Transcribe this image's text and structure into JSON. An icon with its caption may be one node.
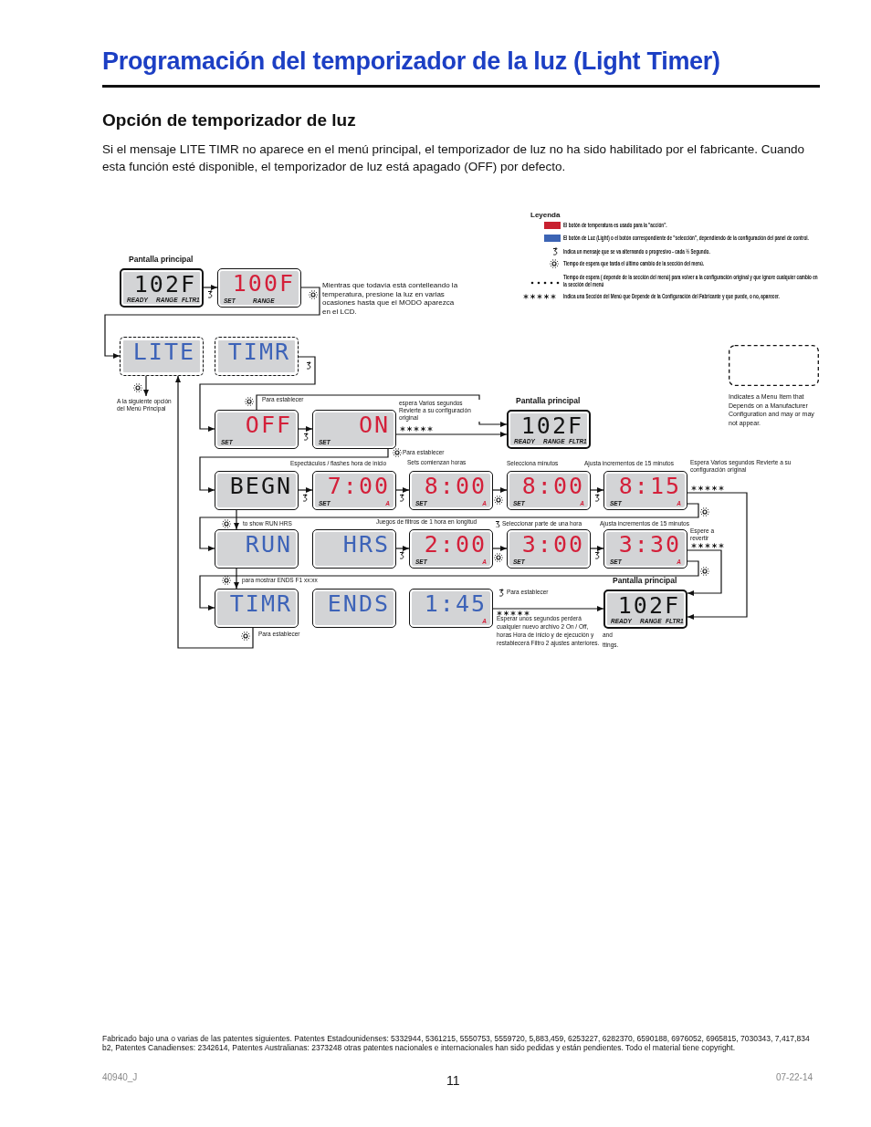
{
  "diagram": {
    "title": "Programación del temporizador de la luz (Light Timer)",
    "nodes": [
      {
        "text": [
          "Pantalla principal",
          "102F",
          "READY",
          "RANGE",
          "FLTR1"
        ]
      },
      {
        "text": [
          "100F",
          "SET",
          "RANGE"
        ],
        "beside": [
          "Mientras que todavía está contelleando la temperatura, presione la luz en varias ocasiones hasta que el MODO aparezca en el LCD."
        ]
      },
      {
        "text": [
          "LITE"
        ]
      },
      {
        "text": [
          "TIMR"
        ]
      },
      {
        "text": [
          "OFF",
          "SET"
        ]
      },
      {
        "text": [
          "ON",
          "SET"
        ]
      },
      {
        "text": [
          "Pantalla principal",
          "102F",
          "READY",
          "RANGE",
          "FLTR1"
        ]
      },
      {
        "text": [
          "BEGN"
        ]
      },
      {
        "text": [
          "7:00",
          "SET",
          "A"
        ],
        "beside": [
          "Espectáculos / flashes hora de inicio"
        ]
      },
      {
        "text": [
          "8:00",
          "SET",
          "A"
        ],
        "beside": [
          "Sets comienzan horas"
        ]
      },
      {
        "text": [
          "8:00",
          "SET",
          "A"
        ],
        "beside": [
          "Selecciona minutos"
        ]
      },
      {
        "text": [
          "8:15",
          "SET",
          "A"
        ],
        "beside": [
          "Ajusta incrementos de 15 minutos"
        ]
      },
      {
        "text": [
          "RUN"
        ]
      },
      {
        "text": [
          "HRS"
        ]
      },
      {
        "text": [
          "2:00",
          "SET",
          "A"
        ],
        "beside": [
          "Juegos de filtros de 1 hora en longitud"
        ]
      },
      {
        "text": [
          "3:00",
          "SET"
        ],
        "beside": [
          "Seleccionar parte de una hora"
        ]
      },
      {
        "text": [
          "3:30",
          "SET",
          "A"
        ],
        "beside": [
          "Ajusta incrementos de 15 minutos"
        ]
      },
      {
        "text": [
          "TIMR"
        ]
      },
      {
        "text": [
          "ENDS"
        ]
      },
      {
        "text": [
          "1:45",
          "A"
        ]
      },
      {
        "text": [
          "Pantalla principal",
          "102F",
          "READY",
          "RANGE",
          "FLTR1"
        ],
        "beside": [
          "and",
          "ttings."
        ]
      }
    ],
    "edges": [
      {
        "from": 0,
        "to": 1,
        "arrow": "to"
      },
      {
        "from": 1,
        "to": 2,
        "arrow": "to"
      },
      {
        "from": 2,
        "to": null,
        "arrow": "to",
        "label": "A la siguiente opción del Menú Principal"
      },
      {
        "from": 3,
        "to": 4,
        "arrow": "to"
      },
      {
        "from": 4,
        "to": 5,
        "arrow": "to"
      },
      {
        "from": 4,
        "to": 6,
        "arrow": "to",
        "label": "Para establecer"
      },
      {
        "from": 5,
        "to": 6,
        "arrow": "to",
        "label": "espera Varios segundos Revierte a su configuración original"
      },
      {
        "from": 5,
        "to": 7,
        "arrow": "to",
        "label": "Para establecer"
      },
      {
        "from": 7,
        "to": 8,
        "arrow": "to"
      },
      {
        "from": 8,
        "to": 9,
        "arrow": "to"
      },
      {
        "from": 9,
        "to": 10,
        "arrow": "to"
      },
      {
        "from": 10,
        "to": 11,
        "arrow": "to"
      },
      {
        "from": 11,
        "to": 20,
        "arrow": "to",
        "label": "Espera Varios segundos Revierte a su configuración original"
      },
      {
        "from": 11,
        "to": 12,
        "arrow": "to"
      },
      {
        "from": 7,
        "to": 12,
        "arrow": "to",
        "label": "to show RUN HRS"
      },
      {
        "from": 13,
        "to": 14,
        "arrow": "to"
      },
      {
        "from": 14,
        "to": 15,
        "arrow": "to"
      },
      {
        "from": 15,
        "to": 16,
        "arrow": "to"
      },
      {
        "from": 16,
        "to": 20,
        "arrow": "to",
        "label": "Espere a revertir"
      },
      {
        "from": 16,
        "to": 17,
        "arrow": "to"
      },
      {
        "from": 12,
        "to": 17,
        "arrow": "to",
        "label": "para mostrar ENDS F1 xx:xx"
      },
      {
        "from": 17,
        "to": 2,
        "arrow": "to",
        "label": "Para establecer"
      },
      {
        "from": 19,
        "to": 20,
        "arrow": "to",
        "label": "Para establecer"
      }
    ],
    "labels": [
      "Opción de temporizador de luz",
      "Si el mensaje LITE TIMR no aparece en el menú principal, el temporizador de luz no ha sido habilitado por el fabricante. Cuando esta función esté disponible, el temporizador de luz está apagado (OFF) por defecto.",
      "Leyenda",
      "Esperar unos segundos perderá cualquier nuevo archivo 2 On / Off, horas Hora de inicio y de ejecución y restablecerá Filtro 2 ajustes anteriores.",
      "Fabricado bajo una o varias de las patentes siguientes. Patentes Estadounidenses: 5332944, 5361215, 5550753, 5559720, 5,883,459, 6253227, 6282370, 6590188, 6976052, 6965815, 7030343, 7,417,834 b2, Patentes Canadienses: 2342614, Patentes Australianas: 2373248 otras patentes nacionales e internacionales han sido pedidas y están pendientes. Todo el material tiene copyright.",
      "40940_J",
      "11",
      "07-22-14"
    ],
    "legend": [
      {
        "text": "El botón de temperatura es usado para la \"acción\".",
        "color": "#c8202f"
      },
      {
        "text": "El botón de Luz (Light) o el botón correspondiente de \"selección\", dependiendo de la configuración del panel de control.",
        "color": "#3c64b4"
      },
      {
        "text": "Indica un mensaje que se va alternando o progresivo - cada ½ Segundo."
      },
      {
        "text": "Tiempo de espera que tarda el último cambio de la sección del menú."
      },
      {
        "text": "Tiempo de espera ( depende de la sección del menú) para volver a la configuración original y que ignore cualquier cambio en la sección del menú"
      },
      {
        "text": "Indica una Sección del Menú que Depende de la Configuración del Fabricante y que puede, o no, aparecer."
      },
      {
        "text": "Indicates a Menu Item that Depends on a Manufacturer Configuration and may or may not appear."
      }
    ]
  }
}
